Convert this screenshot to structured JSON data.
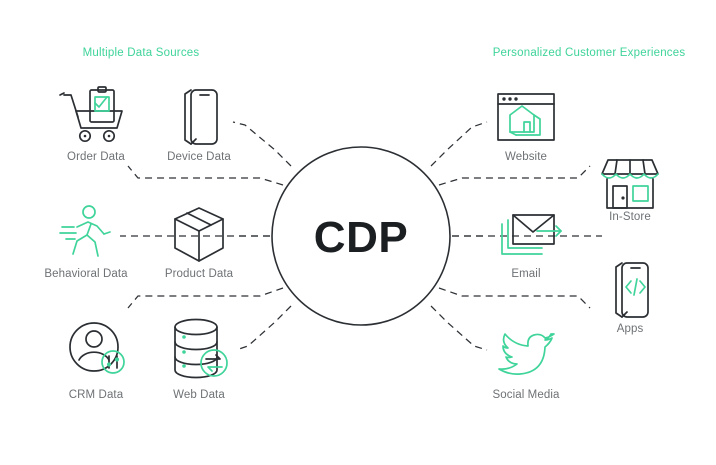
{
  "diagram": {
    "title_center": "CDP",
    "headers": {
      "left": "Multiple Data Sources",
      "right": "Personalized Customer Experiences"
    },
    "colors": {
      "accent_green": "#3fd49a",
      "label_gray": "#6e7275",
      "ink": "#2b2f33",
      "background": "#ffffff"
    },
    "sources": [
      {
        "id": "order-data",
        "label": "Order Data",
        "icon": "shopping-cart-clipboard-icon"
      },
      {
        "id": "device-data",
        "label": "Device Data",
        "icon": "mobile-device-icon"
      },
      {
        "id": "behavioral-data",
        "label": "Behavioral Data",
        "icon": "running-person-icon"
      },
      {
        "id": "product-data",
        "label": "Product Data",
        "icon": "box-package-icon"
      },
      {
        "id": "crm-data",
        "label": "CRM Data",
        "icon": "user-profile-settings-icon"
      },
      {
        "id": "web-data",
        "label": "Web Data",
        "icon": "database-sync-icon"
      }
    ],
    "experiences": [
      {
        "id": "website",
        "label": "Website",
        "icon": "browser-window-home-icon"
      },
      {
        "id": "in-store",
        "label": "In-Store",
        "icon": "storefront-icon"
      },
      {
        "id": "email",
        "label": "Email",
        "icon": "envelope-send-icon"
      },
      {
        "id": "apps",
        "label": "Apps",
        "icon": "mobile-app-code-icon"
      },
      {
        "id": "social-media",
        "label": "Social Media",
        "icon": "twitter-bird-icon"
      }
    ]
  }
}
